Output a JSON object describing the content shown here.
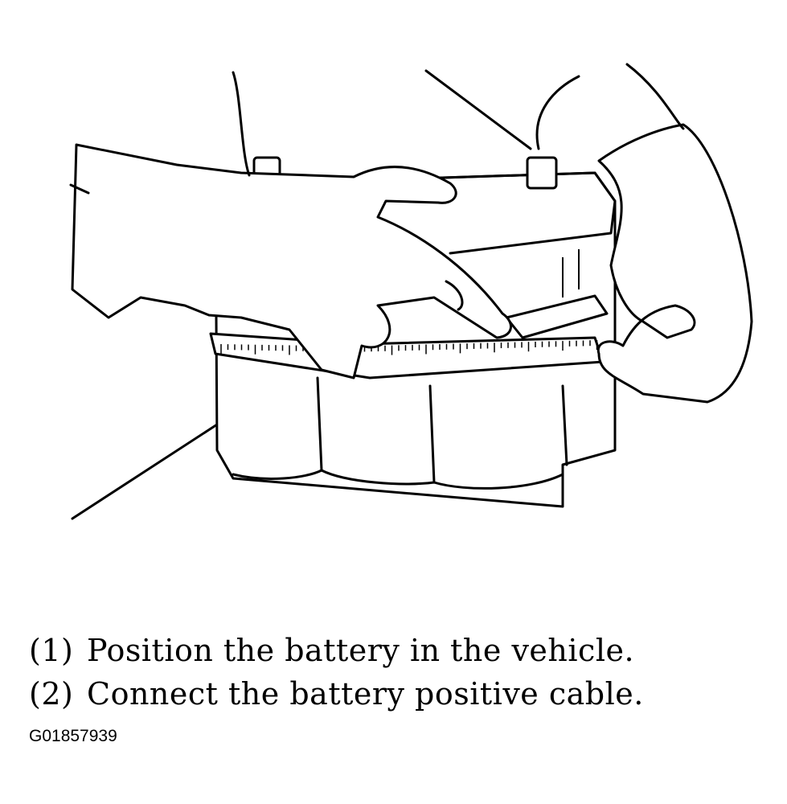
{
  "figure": {
    "subject": "hands measuring battery with tape measure",
    "steps": [
      {
        "number": "(1)",
        "text": "Position the battery in the vehicle."
      },
      {
        "number": "(2)",
        "text": "Connect the battery positive cable."
      }
    ],
    "figure_id": "G01857939"
  }
}
